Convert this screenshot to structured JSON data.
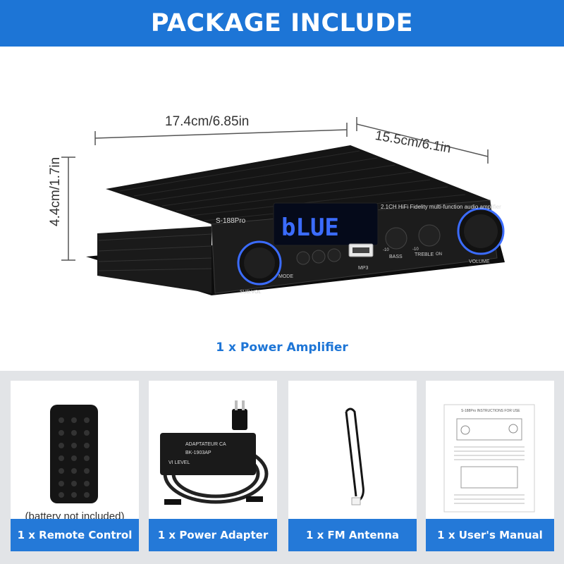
{
  "banner": {
    "title": "PACKAGE INCLUDE"
  },
  "dimensions": {
    "width": "17.4cm/6.85in",
    "depth": "15.5cm/6.1in",
    "height": "4.4cm/1.7in"
  },
  "amplifier": {
    "model": "S-188Pro",
    "display": "bLUE",
    "subtitle": "2.1CH HiFi Fidelity multi-function audio amplifier",
    "labels": {
      "subvol": "SUB.VOL",
      "mode": "MODE",
      "mp3": "MP3",
      "bass": "BASS",
      "treble": "TREBLE",
      "volume": "VOLUME",
      "on": "ON",
      "minus10a": "-10",
      "minus10b": "-10"
    },
    "caption": "1 x Power Amplifier"
  },
  "colors": {
    "accent": "#1d75d6",
    "panel": "#e2e4e7",
    "display_blue": "#3b6cff"
  },
  "items": [
    {
      "caption": "1 x Remote Control",
      "note": "(battery not included)",
      "icon": "remote-control-icon"
    },
    {
      "caption": "1 x Power Adapter",
      "icon": "power-adapter-icon",
      "adapter_text": "ADAPTATEUR CA",
      "adapter_model": "BK-1903AP",
      "adapter_level": "VI LEVEL"
    },
    {
      "caption": "1 x FM Antenna",
      "icon": "fm-antenna-icon"
    },
    {
      "caption": "1 x User's Manual",
      "icon": "user-manual-icon",
      "manual_title": "S-188Pro INSTRUCTIONS FOR USE"
    }
  ]
}
